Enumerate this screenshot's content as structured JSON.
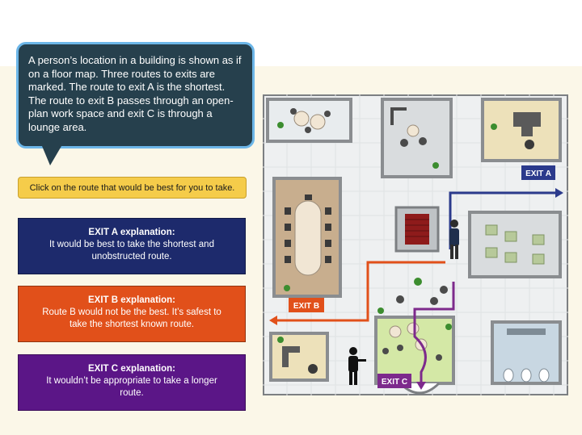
{
  "callout": {
    "text": "A person’s location in a building is shown as if on a floor map. Three routes to exits are marked. The route to exit A is the shortest. The route to exit B passes through an open-plan work space and exit C is through a lounge area."
  },
  "instruction": {
    "text": "Click on the route that would be best for you to take."
  },
  "explanations": {
    "a": {
      "title": "EXIT A explanation:",
      "body": "It would be best to take the shortest and unobstructed route."
    },
    "b": {
      "title": "EXIT B explanation:",
      "body": "Route B would not be the best. It’s safest to take the shortest known route."
    },
    "c": {
      "title": "EXIT C explanation:",
      "body": "It wouldn’t be appropriate to take a longer route."
    }
  },
  "map": {
    "labels": {
      "exit_a": "EXIT A",
      "exit_b": "EXIT B",
      "exit_c": "EXIT C"
    },
    "icons": [
      "person-icon",
      "intruder-icon",
      "plant-icon",
      "chair-icon",
      "table-icon",
      "staircase-icon",
      "toilet-icon",
      "desk-icon"
    ]
  },
  "colors": {
    "exit_a": "#2b3a8c",
    "exit_b": "#e1501a",
    "exit_c": "#7d2a8c",
    "callout_bg": "#26404d",
    "callout_border": "#6cb6e8",
    "instruction_bg": "#f5cc4a"
  }
}
